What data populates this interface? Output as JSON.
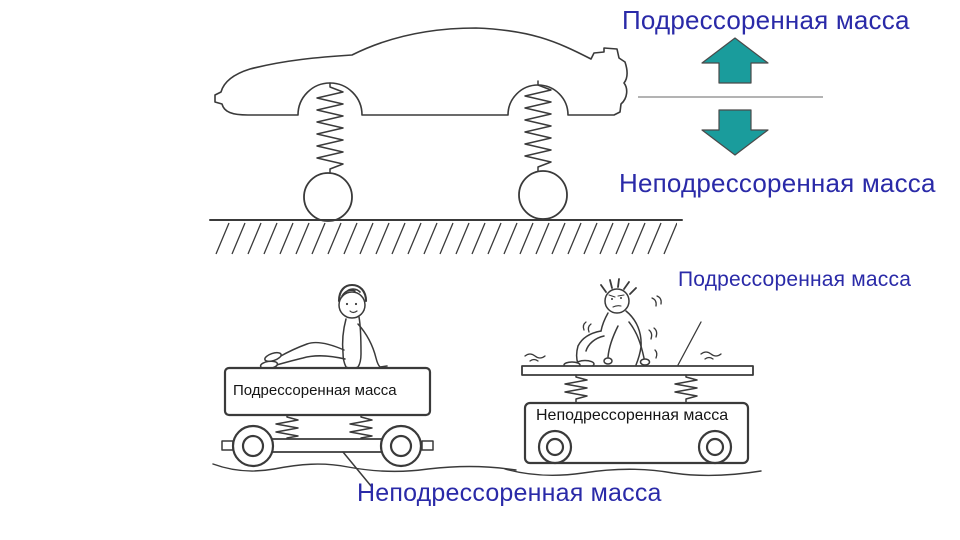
{
  "colors": {
    "label_blue": "#2a2aa8",
    "arrow_teal": "#1a9c9c",
    "sketch_ink": "#3a3a3a",
    "divider_gray": "#9a9a9a"
  },
  "icons": {
    "up_arrow": "block-arrow-up",
    "down_arrow": "block-arrow-down"
  },
  "top_diagram": {
    "sprung_mass_label": "Подрессоренная масса",
    "unsprung_mass_label": "Неподрессоренная масса"
  },
  "bottom_diagram": {
    "sprung_mass_label": "Подрессоренная масса",
    "unsprung_mass_label": "Неподрессоренная масса",
    "left_cart": {
      "box_label": "Подрессоренная масса"
    },
    "right_cart": {
      "box_label": "Неподрессоренная масса"
    }
  }
}
